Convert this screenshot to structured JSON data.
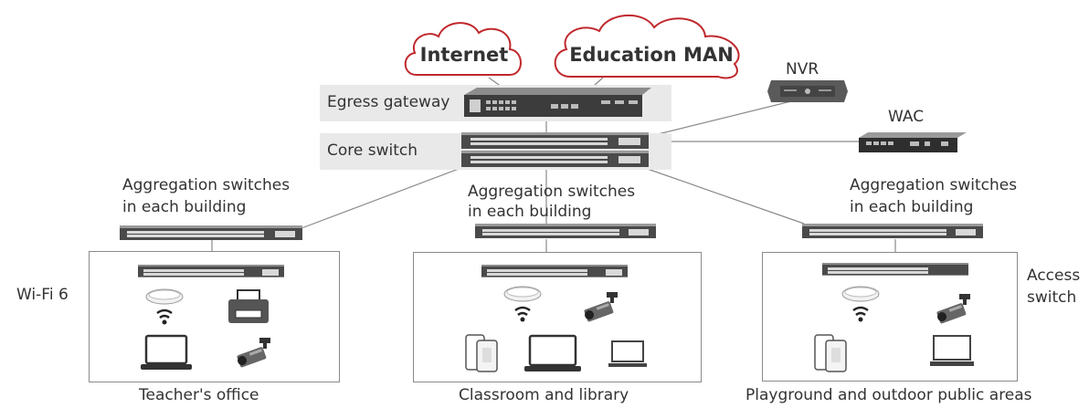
{
  "clouds": {
    "internet": "Internet",
    "education_man": "Education MAN"
  },
  "devices": {
    "nvr": "NVR",
    "wac": "WAC",
    "egress_gateway": "Egress gateway",
    "core_switch": "Core switch",
    "aggregation_left": [
      "Aggregation switches",
      "in each building"
    ],
    "aggregation_center": [
      "Aggregation switches",
      "in each building"
    ],
    "aggregation_right": [
      "Aggregation switches",
      "in each building"
    ],
    "access_switch": [
      "Access",
      "switch"
    ]
  },
  "side_labels": {
    "wifi": "Wi-Fi 6"
  },
  "areas": {
    "teachers_office": "Teacher's office",
    "classroom_library": "Classroom and library",
    "playground": "Playground and outdoor public areas"
  },
  "colors": {
    "cloud_stroke": "#c0282d",
    "band": "#e9e9e9",
    "line": "#8a8a8a"
  }
}
